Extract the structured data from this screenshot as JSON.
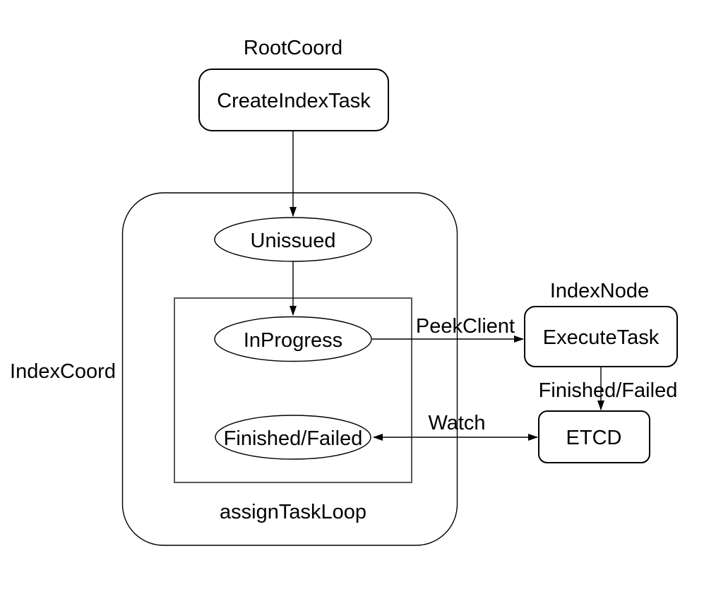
{
  "diagram": {
    "background": "#ffffff",
    "stroke_color": "#000000",
    "loop_box_stroke": "#595959",
    "text_color": "#000000"
  },
  "group_labels": {
    "root_coord": "RootCoord",
    "index_coord": "IndexCoord",
    "index_node": "IndexNode",
    "assign_task_loop": "assignTaskLoop"
  },
  "nodes": {
    "create_index_task": "CreateIndexTask",
    "unissued": "Unissued",
    "in_progress": "InProgress",
    "finished_failed": "Finished/Failed",
    "execute_task": "ExecuteTask",
    "etcd": "ETCD"
  },
  "edge_labels": {
    "peek_client": "PeekClient",
    "finished_failed": "Finished/Failed",
    "watch": "Watch"
  },
  "edges": [
    {
      "from": "CreateIndexTask",
      "to": "Unissued",
      "label": "",
      "bidirectional": false
    },
    {
      "from": "Unissued",
      "to": "InProgress",
      "label": "",
      "bidirectional": false
    },
    {
      "from": "InProgress",
      "to": "ExecuteTask",
      "label": "PeekClient",
      "bidirectional": false
    },
    {
      "from": "ExecuteTask",
      "to": "ETCD",
      "label": "Finished/Failed",
      "bidirectional": false
    },
    {
      "from": "ETCD",
      "to": "Finished/Failed",
      "label": "Watch",
      "bidirectional": true
    }
  ]
}
